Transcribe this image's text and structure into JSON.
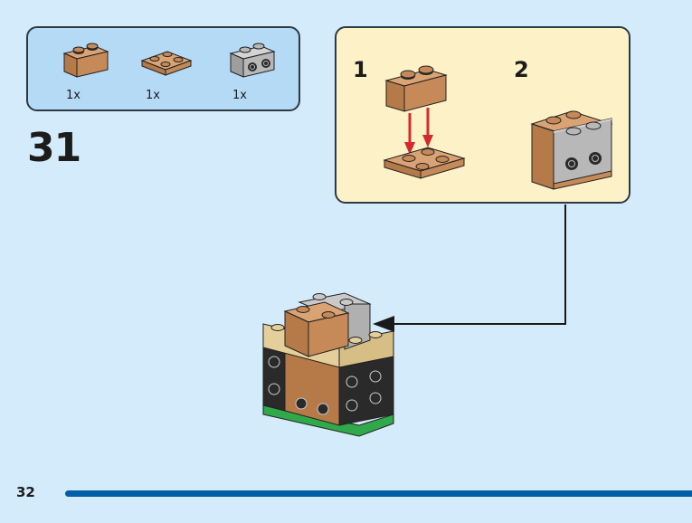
{
  "step": {
    "number": "31"
  },
  "parts_list": {
    "items": [
      {
        "name": "brick-1x2",
        "color": "medium-nougat",
        "quantity": "1x"
      },
      {
        "name": "plate-2x2",
        "color": "medium-nougat",
        "quantity": "1x"
      },
      {
        "name": "brick-1x2-with-side-studs",
        "color": "light-bluish-gray",
        "quantity": "1x"
      }
    ]
  },
  "sub_steps": [
    {
      "label": "1"
    },
    {
      "label": "2"
    }
  ],
  "page": {
    "number": "32"
  },
  "colors": {
    "background": "#d3ebfa",
    "parts_panel": "#b5daf6",
    "substep_panel": "#fdf2c7",
    "nougat": "#c58a58",
    "tan": "#e4cf9a",
    "gray": "#b8b8b8",
    "black": "#2a2a2a",
    "green": "#2fa94a",
    "arrow_red": "#d32a2f",
    "page_bar": "#005ea8"
  }
}
